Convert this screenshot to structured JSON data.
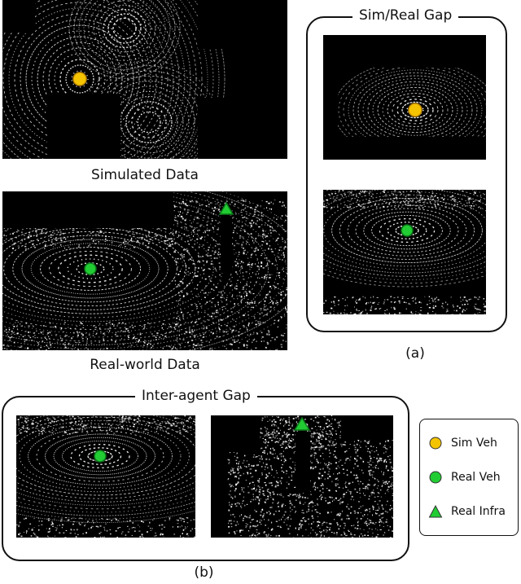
{
  "captions": {
    "simulated": "Simulated Data",
    "real_world": "Real-world Data",
    "a": "(a)",
    "b": "(b)"
  },
  "boxes": {
    "sim_real_gap": "Sim/Real Gap",
    "inter_agent_gap": "Inter-agent Gap"
  },
  "legend": [
    {
      "label": "Sim Veh",
      "marker": "circle",
      "color": "#f5c400"
    },
    {
      "label": "Real Veh",
      "marker": "circle",
      "color": "#22cc33"
    },
    {
      "label": "Real Infra",
      "marker": "triangle",
      "color": "#22cc33"
    }
  ],
  "colors": {
    "point_cloud": "#ffffff",
    "background": "#000000",
    "sim_vehicle": "#f5c400",
    "real_vehicle": "#22cc33",
    "real_infra": "#22cc33"
  }
}
